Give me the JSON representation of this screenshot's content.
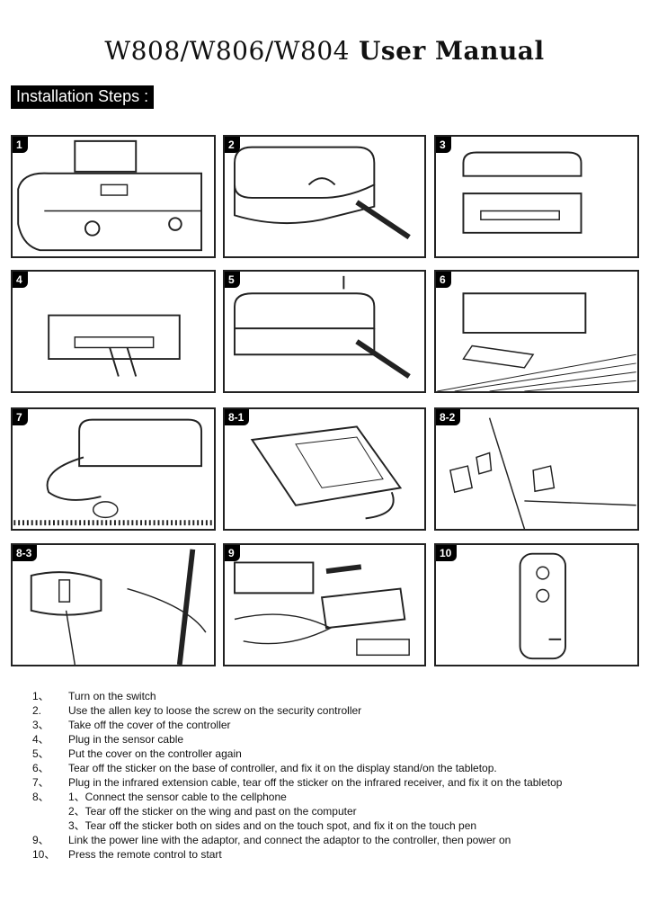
{
  "header": {
    "models": "W808/W806/W804",
    "title": "User Manual"
  },
  "section": {
    "label": "Installation Steps :"
  },
  "panels": [
    {
      "badge": "1"
    },
    {
      "badge": "2"
    },
    {
      "badge": "3"
    },
    {
      "badge": "4"
    },
    {
      "badge": "5"
    },
    {
      "badge": "6"
    },
    {
      "badge": "7"
    },
    {
      "badge": "8-1"
    },
    {
      "badge": "8-2"
    },
    {
      "badge": "8-3"
    },
    {
      "badge": "9"
    },
    {
      "badge": "10"
    }
  ],
  "steps": [
    {
      "num": "1、",
      "text": "Turn on the switch"
    },
    {
      "num": "2.",
      "text": " Use the allen key to loose the screw on the security controller"
    },
    {
      "num": "3、",
      "text": "Take off the cover of the controller"
    },
    {
      "num": "4、",
      "text": "Plug in the sensor cable"
    },
    {
      "num": "5、",
      "text": "Put the cover on the controller again"
    },
    {
      "num": "6、",
      "text": "Tear off the sticker on the base of controller, and fix it on the display stand/on the tabletop."
    },
    {
      "num": "7、",
      "text": "Plug in the infrared extension cable, tear off the sticker on the infrared receiver, and fix it on the tabletop"
    },
    {
      "num": "8、",
      "text": "1、Connect the sensor cable to the cellphone"
    },
    {
      "num": "",
      "text": "2、Tear off the sticker on the wing and past on the computer"
    },
    {
      "num": "",
      "text": "3、Tear off the sticker both on sides and on the touch spot, and fix it on the touch pen"
    },
    {
      "num": "9、",
      "text": "Link the power line with the adaptor, and connect the adaptor to the controller, then power on"
    },
    {
      "num": "10、",
      "text": "Press the remote control to start"
    }
  ]
}
